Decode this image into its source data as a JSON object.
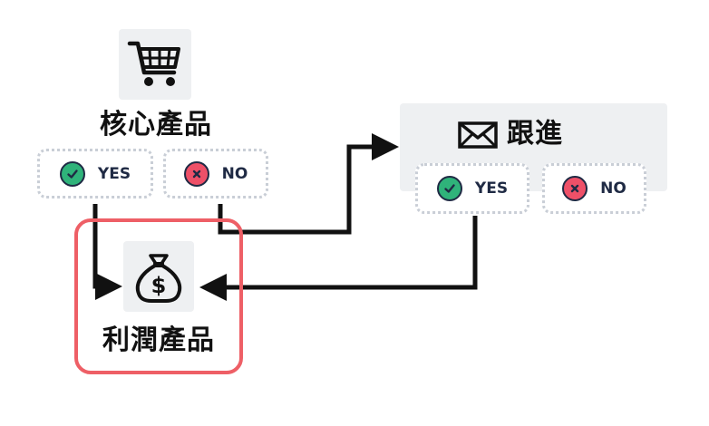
{
  "nodes": {
    "core": {
      "title": "核心產品",
      "icon": "shopping-cart-icon"
    },
    "profit": {
      "title": "利潤產品",
      "icon": "money-bag-icon"
    },
    "follow": {
      "title": "跟進",
      "icon": "envelope-icon"
    }
  },
  "options": {
    "core_yes": "YES",
    "core_no": "NO",
    "follow_yes": "YES",
    "follow_no": "NO"
  },
  "colors": {
    "yes": "#2fb37a",
    "no": "#ee5068",
    "highlight": "#ee5f66",
    "panel": "#eef0f2",
    "connector": "#111111"
  }
}
